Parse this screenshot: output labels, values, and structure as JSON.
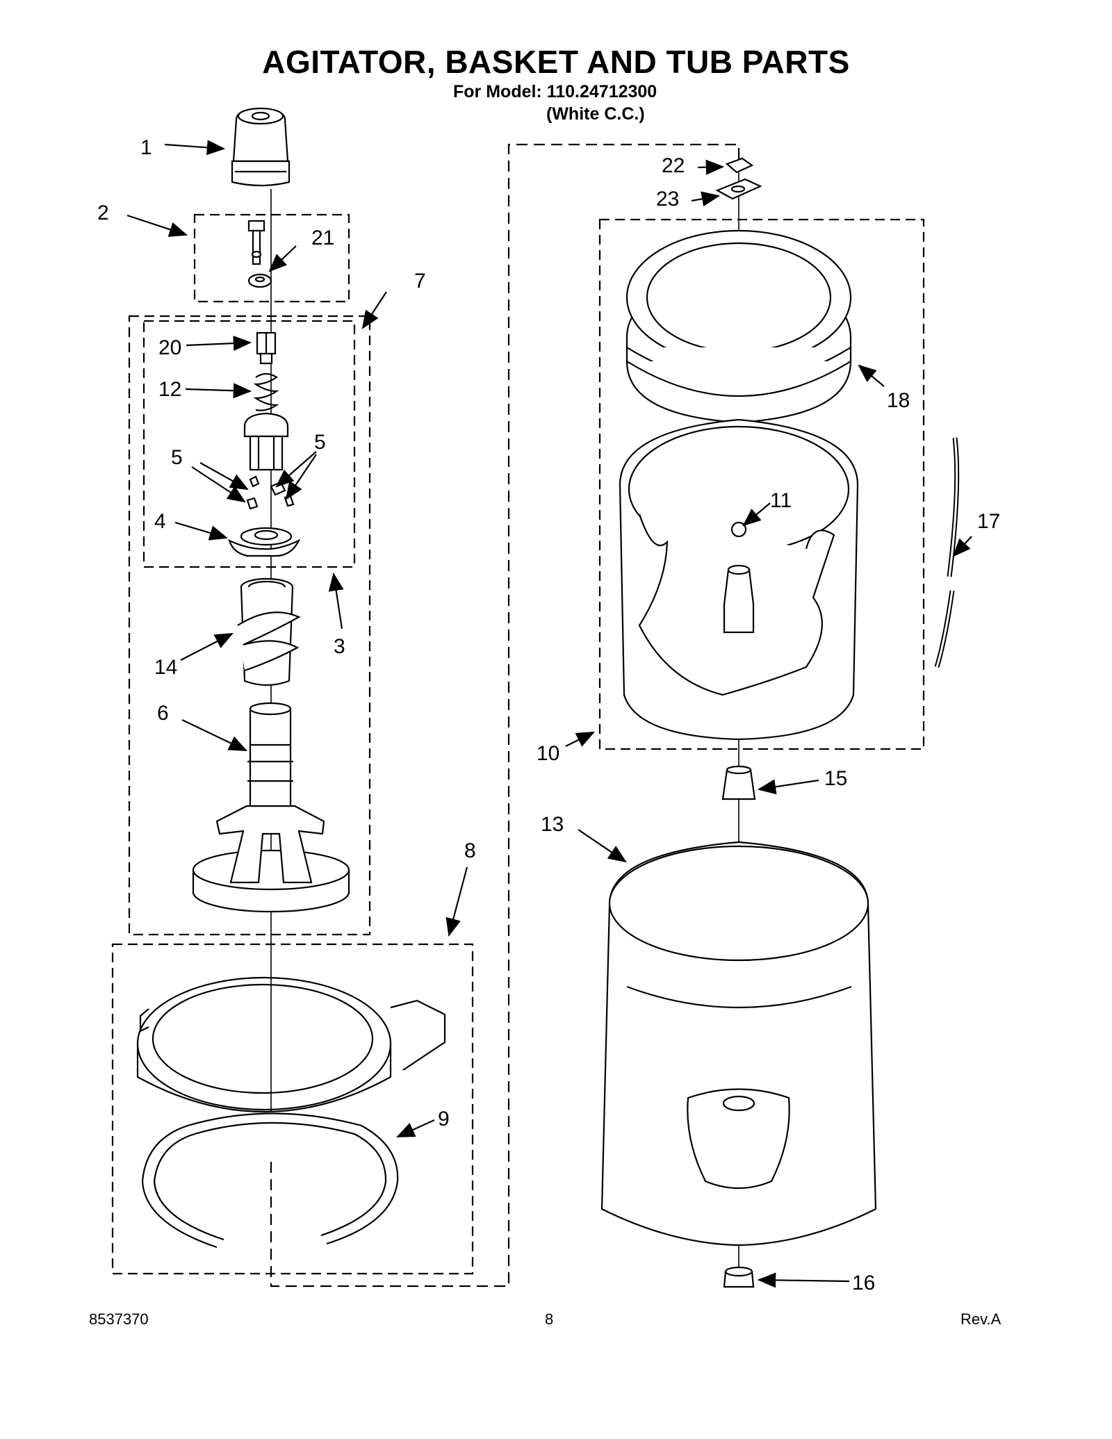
{
  "header": {
    "title": "AGITATOR, BASKET AND TUB PARTS",
    "model_line": "For Model: 110.24712300",
    "color_line": "(White C.C.)"
  },
  "footer": {
    "doc_number": "8537370",
    "page_number": "8",
    "revision": "Rev.A"
  },
  "callouts": {
    "c1": "1",
    "c2": "2",
    "c3": "3",
    "c4": "4",
    "c5a": "5",
    "c5b": "5",
    "c6": "6",
    "c7": "7",
    "c8": "8",
    "c9": "9",
    "c10": "10",
    "c11": "11",
    "c12": "12",
    "c13": "13",
    "c14": "14",
    "c15": "15",
    "c16": "16",
    "c17": "17",
    "c18": "18",
    "c20": "20",
    "c21": "21",
    "c22": "22",
    "c23": "23"
  },
  "colors": {
    "line": "#000000",
    "background": "#ffffff"
  }
}
